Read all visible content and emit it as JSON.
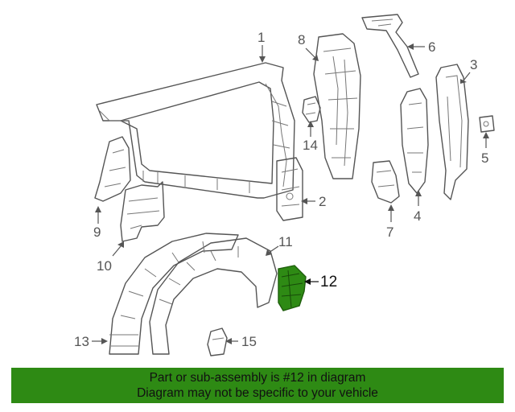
{
  "diagram": {
    "highlighted_part": "12",
    "callouts": [
      "1",
      "2",
      "3",
      "4",
      "5",
      "6",
      "7",
      "8",
      "9",
      "10",
      "11",
      "12",
      "13",
      "14",
      "15"
    ]
  },
  "banner": {
    "line1": "Part or sub-assembly is #12 in diagram",
    "line2": "Diagram may not be specific to your vehicle",
    "color": "#2e8a14"
  }
}
